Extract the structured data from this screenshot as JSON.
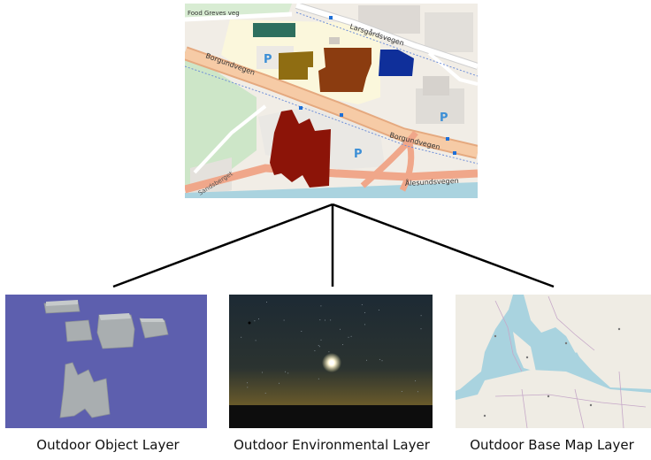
{
  "top_map": {
    "road_labels": {
      "food_greves_veg": "Food Greves veg",
      "larsgardsvegen": "Larsgårdsvegen",
      "borgundvegen_west": "Borgundvegen",
      "borgundvegen_east": "Borgundvegen",
      "alesundsvegen": "Ålesundsvegen",
      "sandsberget": "Sandsberget"
    },
    "parking_label": "P",
    "colors": {
      "teal_building": "#2e6f5e",
      "olive_building": "#8f6d12",
      "brown_building": "#8b3c10",
      "blue_building": "#0f2f9a",
      "red_building": "#8c1408",
      "main_road": "#f2c29a",
      "campus_area": "#fbf7dc",
      "grass": "#cde6c8",
      "parking_blue": "#3d8fd6"
    }
  },
  "layers": [
    {
      "caption": "Outdoor Object Layer",
      "background": "#5d5fae"
    },
    {
      "caption": "Outdoor Environmental Layer",
      "background": "#1a2630"
    },
    {
      "caption": "Outdoor Base Map Layer",
      "background": "#a9d3df"
    }
  ],
  "connector_color": "#000000"
}
